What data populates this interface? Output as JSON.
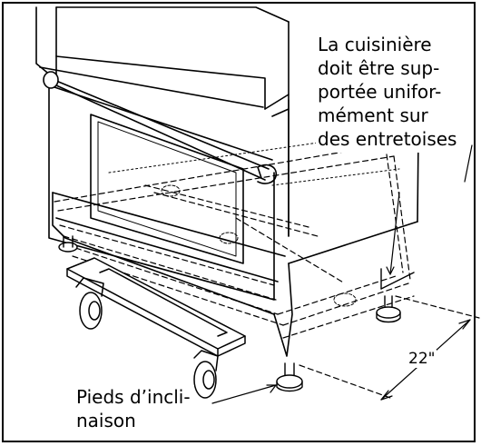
{
  "diagram": {
    "caption_top": {
      "lines": [
        "La cuisinière",
        "doit être sup-",
        "portée unifor-",
        "mément sur",
        "des entretoises"
      ]
    },
    "caption_bottom": {
      "lines": [
        "Pieds d’incli-",
        "naison"
      ]
    },
    "dimension_label": "22\""
  }
}
